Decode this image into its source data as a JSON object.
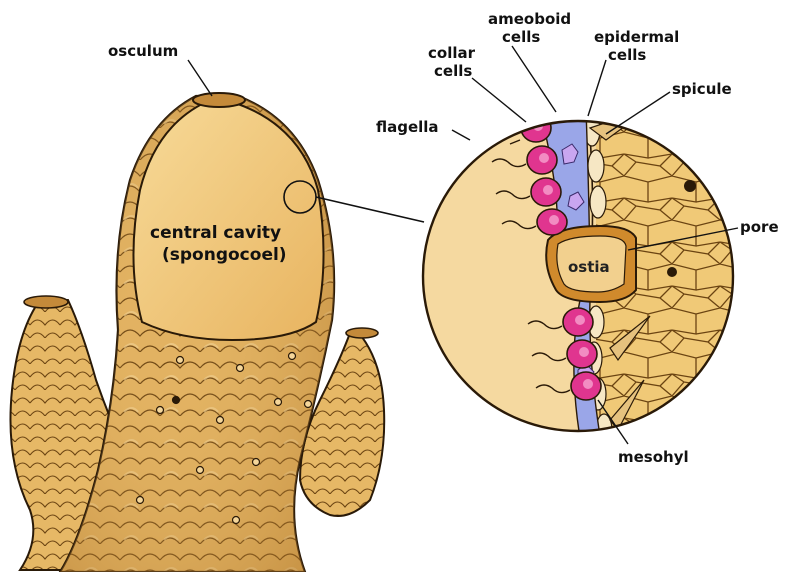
{
  "labels": {
    "osculum": "osculum",
    "central_cavity_line1": "central cavity",
    "central_cavity_line2": "(spongocoel)",
    "collar_cells_line1": "collar",
    "collar_cells_line2": "cells",
    "ameoboid_cells_line1": "ameoboid",
    "ameoboid_cells_line2": "cells",
    "epidermal_cells_line1": "epidermal",
    "epidermal_cells_line2": "cells",
    "spicule": "spicule",
    "flagella": "flagella",
    "pore": "pore",
    "ostia": "ostia",
    "mesohyl": "mesohyl"
  },
  "colors": {
    "sponge_body": "#E2B261",
    "sponge_dark": "#B9822E",
    "cavity": "#F2CF88",
    "collar_cells": "#E0358F",
    "mesohyl": "#9AA6E8",
    "epidermal": "#F6E2B4",
    "outline": "#2A1A08"
  }
}
